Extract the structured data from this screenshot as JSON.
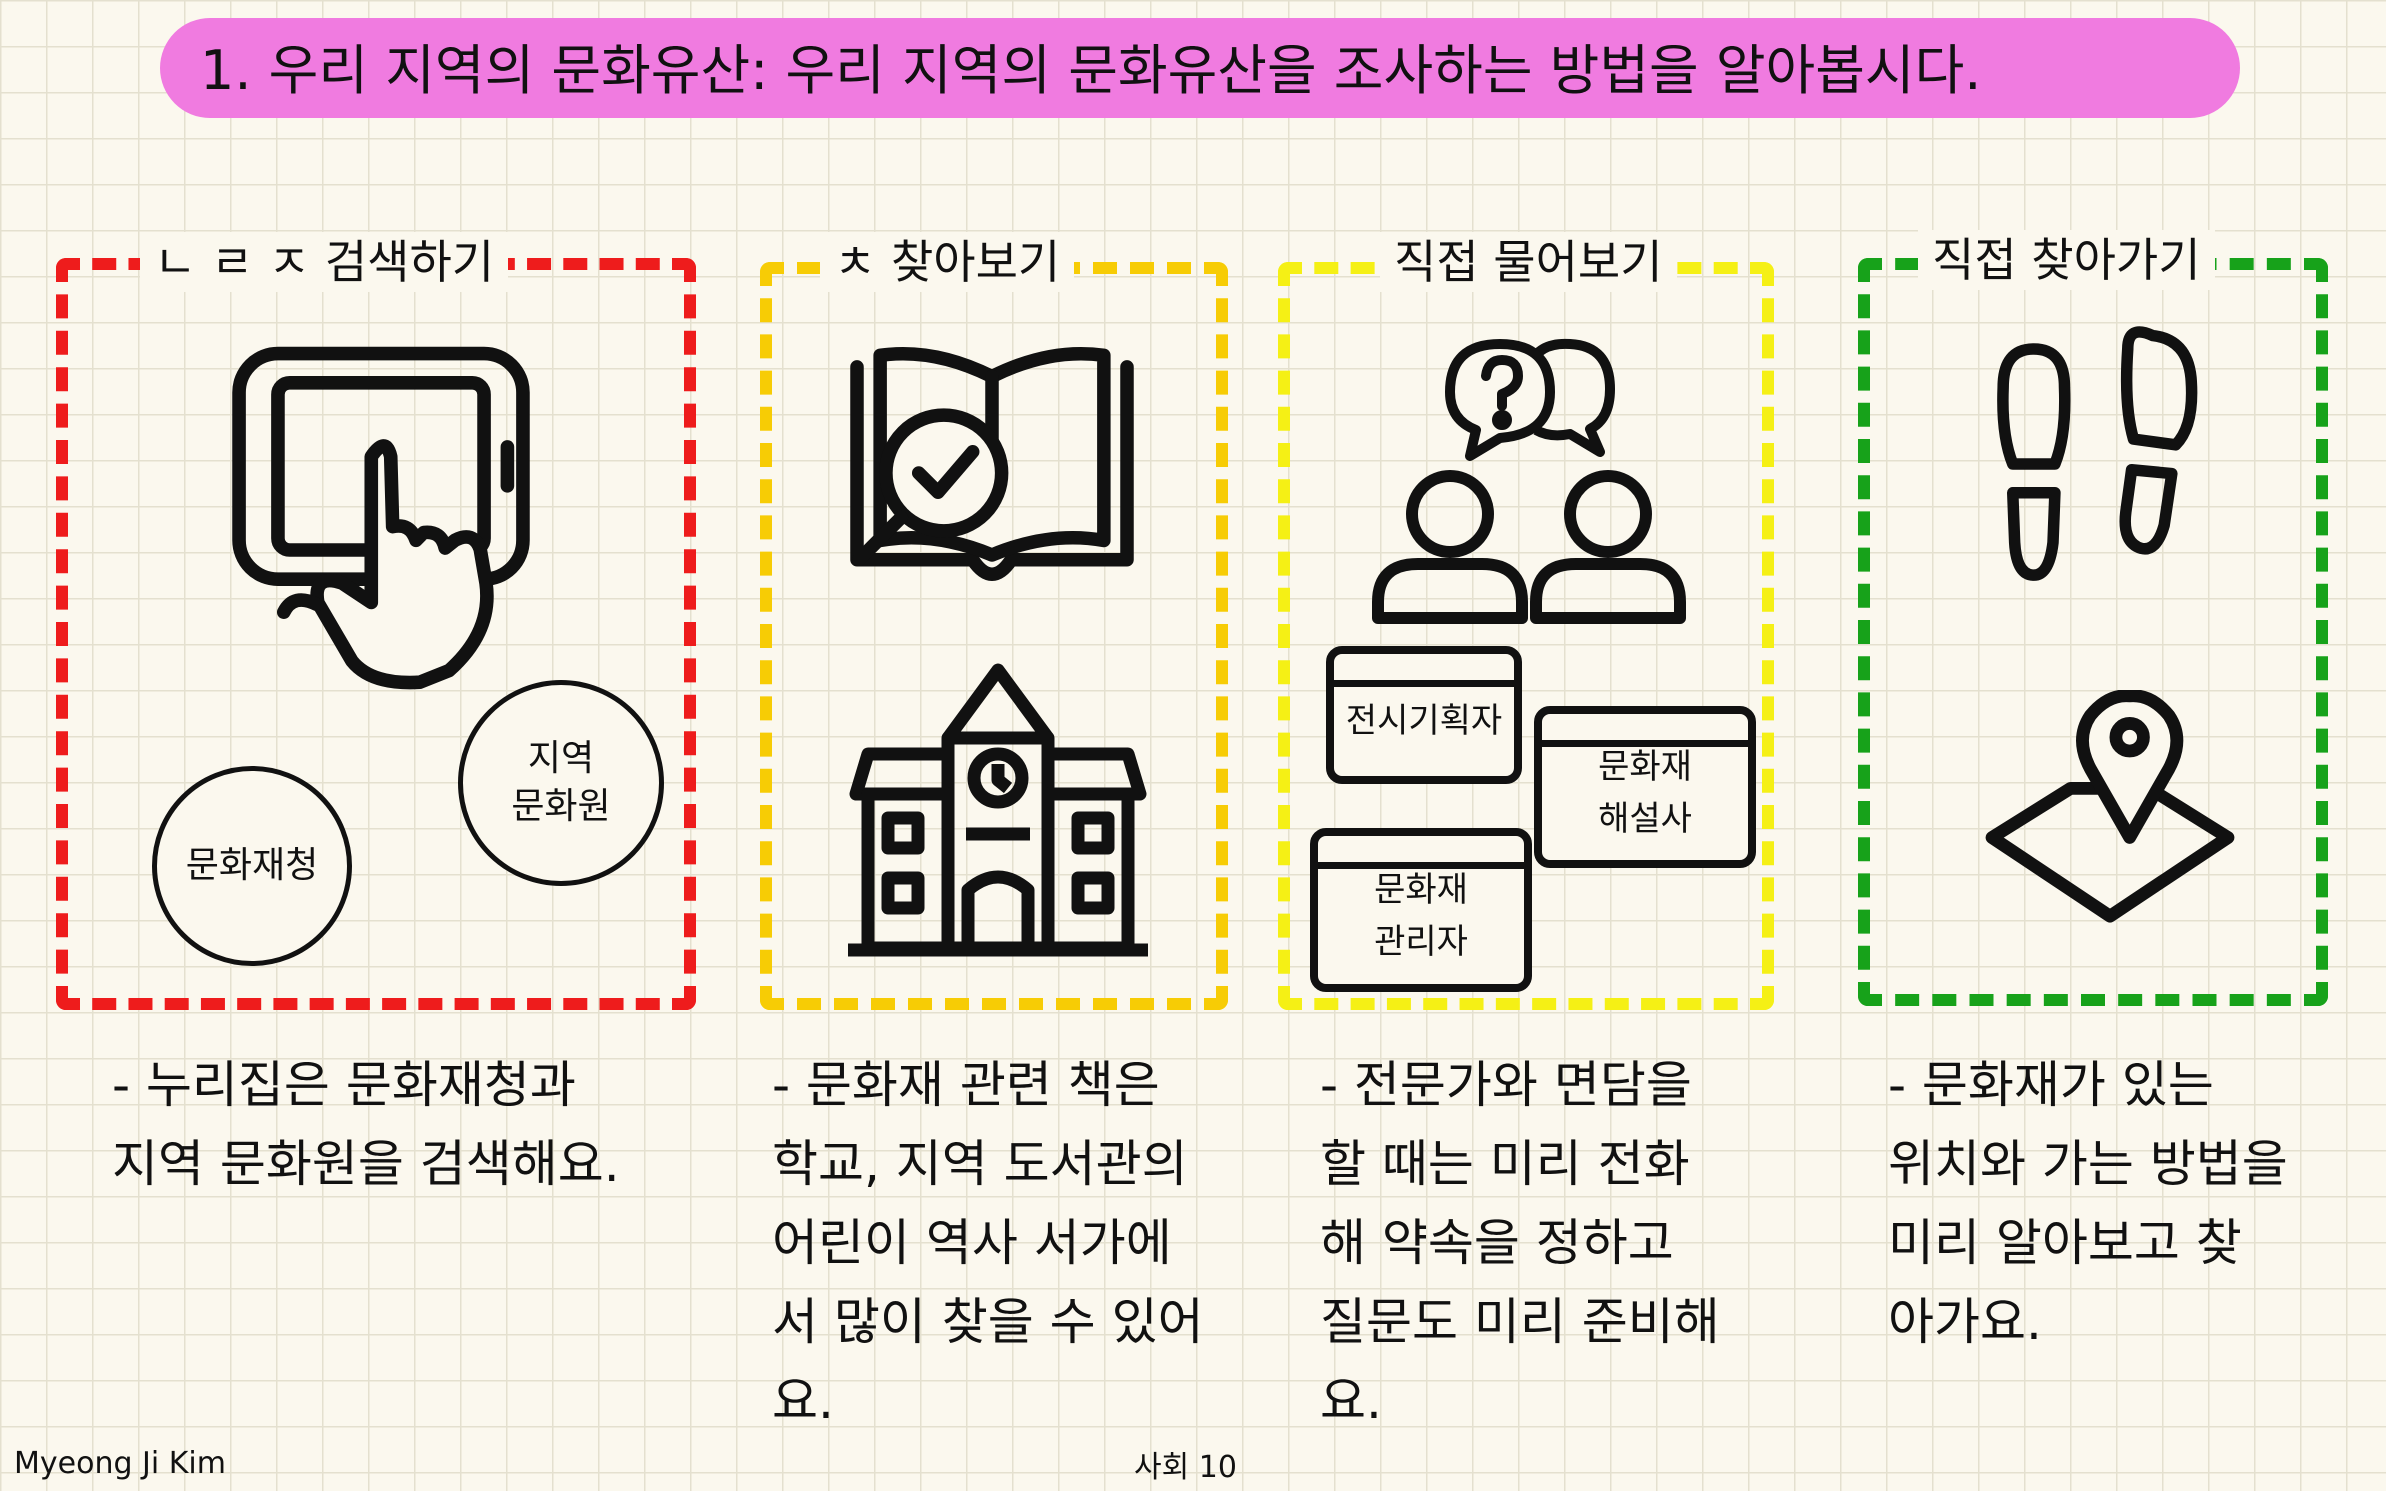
{
  "title": "1. 우리 지역의 문화유산: 우리 지역의 문화유산을 조사하는 방법을 알아봅시다.",
  "colors": {
    "title_highlight": "#f07be0",
    "box_1": "#ee1c1c",
    "box_2": "#f7cc05",
    "box_3": "#f5f015",
    "box_4": "#17a21a"
  },
  "sections": [
    {
      "label": "ㄴ ㄹ ㅈ 검색하기",
      "icons": [
        "tablet-touch-icon"
      ],
      "bubbles": [
        "문화재청",
        "지역\n문화원"
      ],
      "description": "- 누리집은 문화재청과\n지역 문화원을 검색해요."
    },
    {
      "label": "ㅊ 찾아보기",
      "icons": [
        "book-search-icon",
        "school-building-icon"
      ],
      "description": "- 문화재 관련 책은\n학교, 지역 도서관의\n어린이 역사 서가에\n서 많이 찾을 수 있어\n요."
    },
    {
      "label": "직접 물어보기",
      "icons": [
        "speech-question-icon",
        "two-people-icon"
      ],
      "cards": [
        "전시기획자",
        "문화재\n해설사",
        "문화재\n관리자"
      ],
      "description": "- 전문가와 면담을\n할 때는 미리 전화\n해 약속을 정하고\n질문도 미리 준비해\n요."
    },
    {
      "label": "직접 찾아가기",
      "icons": [
        "footprints-icon",
        "map-pin-icon"
      ],
      "description": "- 문화재가 있는\n위치와 가는 방법을\n미리 알아보고 찾\n아가요."
    }
  ],
  "footer": {
    "author": "Myeong Ji Kim",
    "page": "사회 10"
  }
}
